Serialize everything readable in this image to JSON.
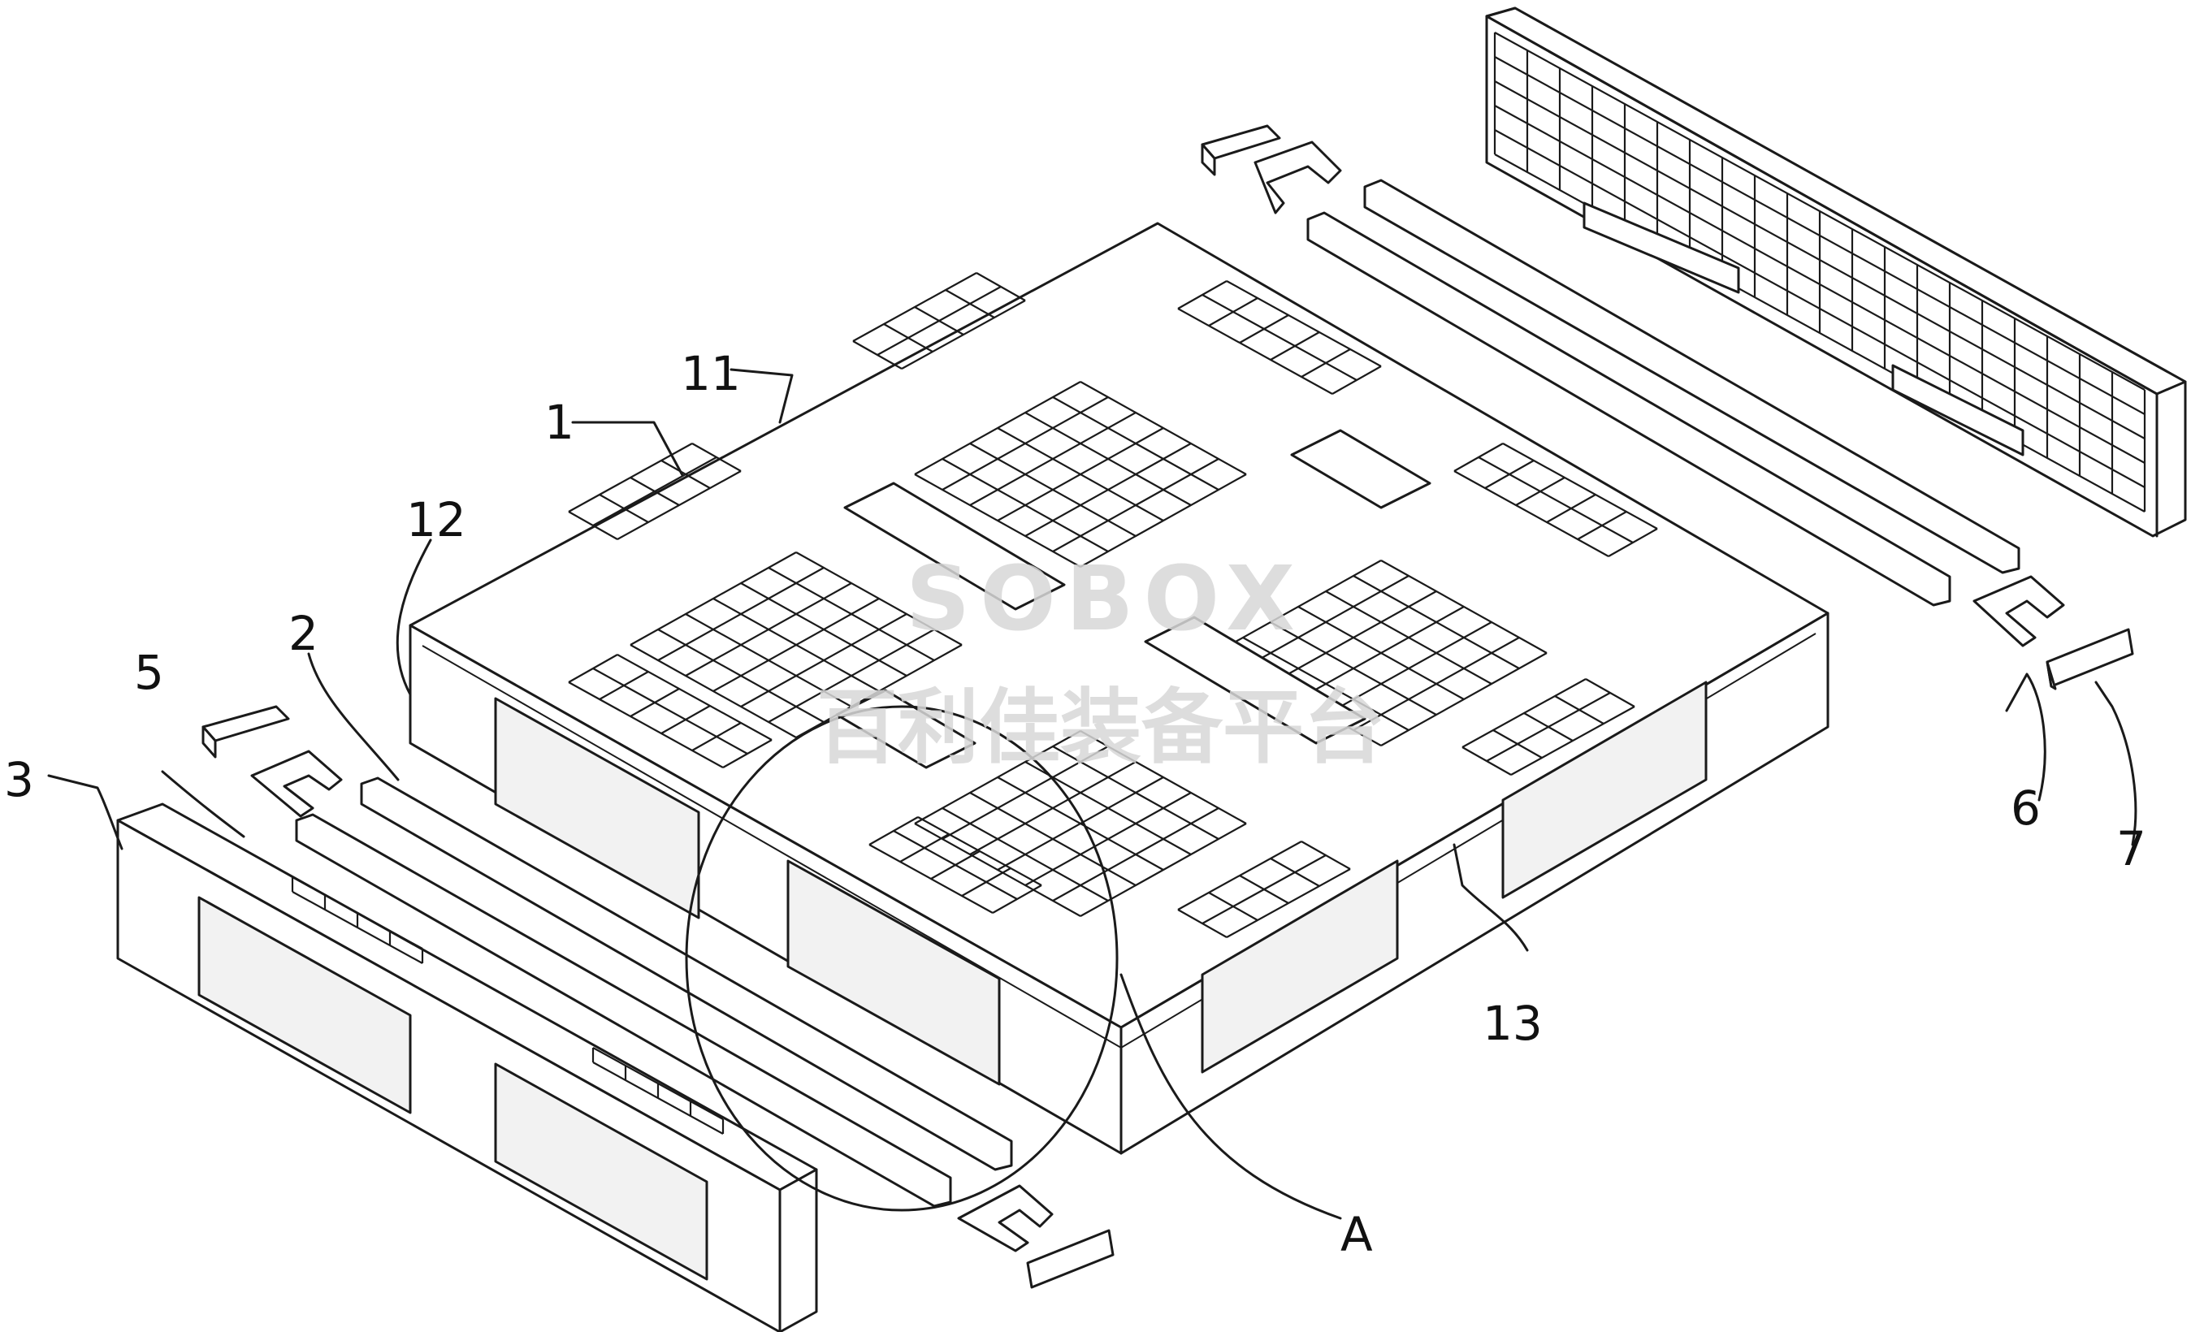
{
  "figure": {
    "part_labels": [
      {
        "id": "pallet_body",
        "text": "1"
      },
      {
        "id": "deck_top",
        "text": "11"
      },
      {
        "id": "side_wall",
        "text": "12"
      },
      {
        "id": "reinforcing_bar_front",
        "text": "2"
      },
      {
        "id": "front_runner",
        "text": "3"
      },
      {
        "id": "clip_front",
        "text": "5"
      },
      {
        "id": "clip_rear",
        "text": "6"
      },
      {
        "id": "end_cap",
        "text": "7"
      },
      {
        "id": "slot",
        "text": "13"
      },
      {
        "id": "detail_a",
        "text": "A"
      }
    ],
    "watermark": {
      "line1": "SOBOX",
      "line2": "百利佳装备平台"
    }
  }
}
